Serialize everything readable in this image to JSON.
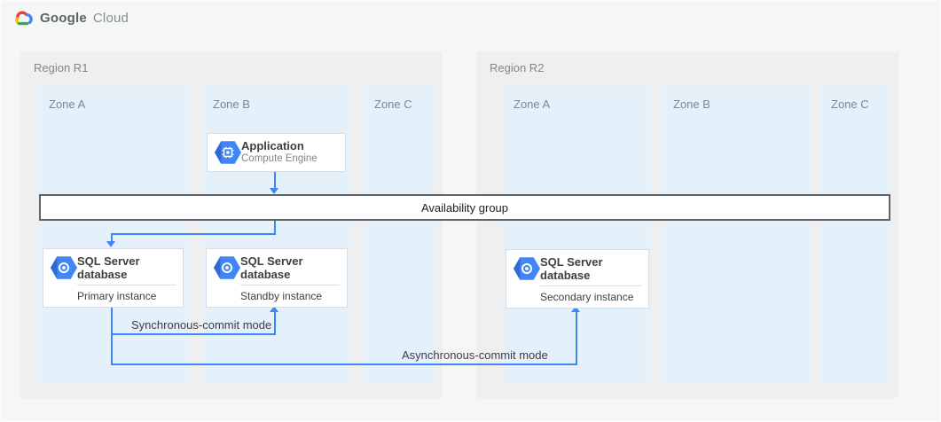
{
  "header": {
    "logo_google": "Google",
    "logo_cloud": "Cloud"
  },
  "regions": [
    {
      "label": "Region R1",
      "zones": [
        {
          "label": "Zone A"
        },
        {
          "label": "Zone B"
        },
        {
          "label": "Zone C"
        }
      ]
    },
    {
      "label": "Region R2",
      "zones": [
        {
          "label": "Zone A"
        },
        {
          "label": "Zone B"
        },
        {
          "label": "Zone C"
        }
      ]
    }
  ],
  "nodes": {
    "application": {
      "title": "Application",
      "subtitle": "Compute Engine"
    },
    "availability_group": {
      "label": "Availability group"
    },
    "primary": {
      "title_line1": "SQL Server",
      "title_line2": "database",
      "instance": "Primary instance"
    },
    "standby": {
      "title_line1": "SQL Server",
      "title_line2": "database",
      "instance": "Standby instance"
    },
    "secondary": {
      "title_line1": "SQL Server",
      "title_line2": "database",
      "instance": "Secondary instance"
    }
  },
  "edges": {
    "sync_label": "Synchronous-commit mode",
    "async_label": "Asynchronous-commit mode"
  },
  "colors": {
    "accent_blue": "#4285f4",
    "hexagon_blue": "#4285f4",
    "hexagon_dark": "#3367d6",
    "zone_bg": "#e4f1fb",
    "region_bg": "#efefef",
    "canvas_bg": "#f5f6f6",
    "bar_border": "#5f6368",
    "logo_red": "#ea4335",
    "logo_yellow": "#fbbc04",
    "logo_green": "#34a853"
  }
}
